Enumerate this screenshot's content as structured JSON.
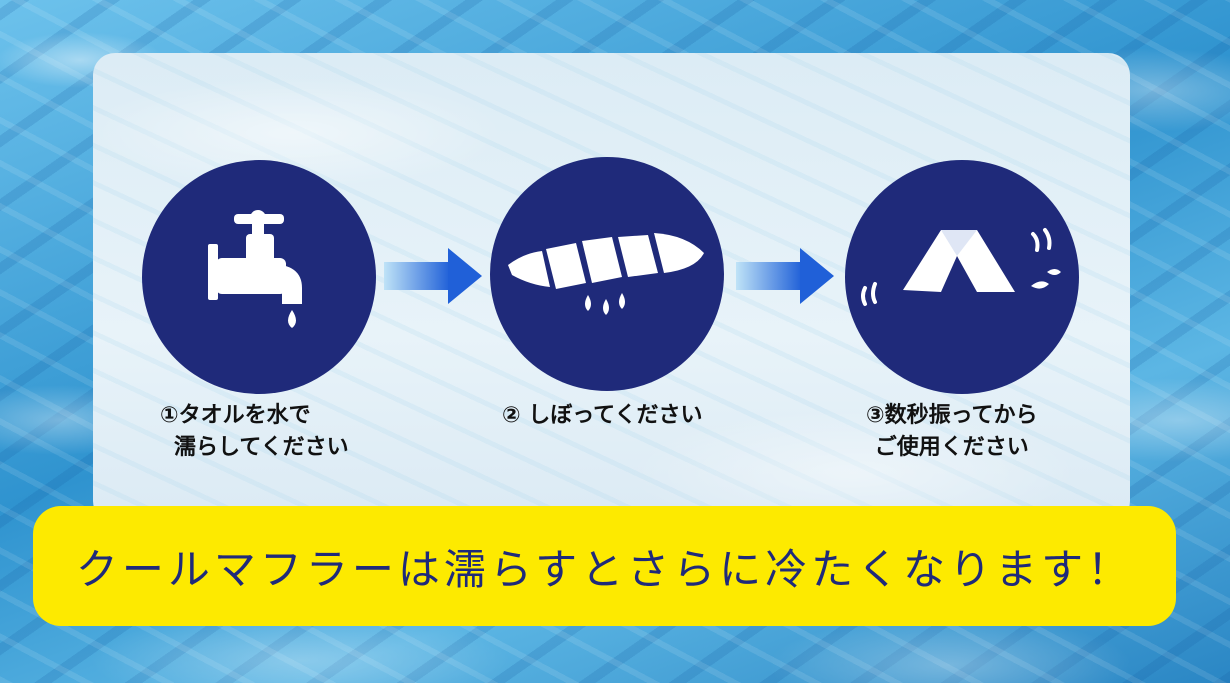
{
  "steps": [
    {
      "line1": "①タオルを水で",
      "line2": "濡らしてください",
      "icon": "faucet-icon"
    },
    {
      "line1": "② しぼってください",
      "line2": "",
      "icon": "wringing-towel-icon"
    },
    {
      "line1": "③数秒振ってから",
      "line2": "ご使用ください",
      "icon": "shaking-towel-icon"
    }
  ],
  "banner": {
    "text": "クールマフラーは濡らすとさらに冷たくなります！"
  },
  "colors": {
    "circle": "#1f2a7a",
    "banner": "#fdea00",
    "arrow": "#2060d8"
  }
}
